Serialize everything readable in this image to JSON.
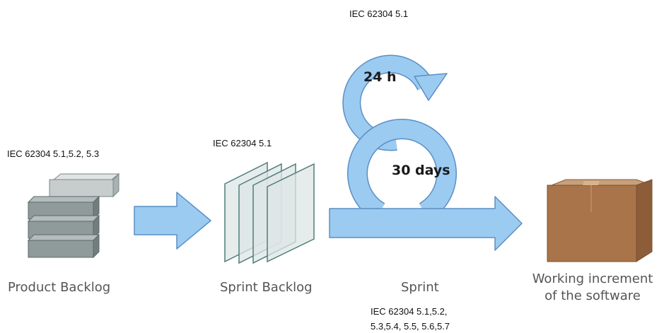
{
  "labels": {
    "product_backlog": "Product Backlog",
    "sprint_backlog": "Sprint Backlog",
    "sprint": "Sprint",
    "working_increment_line1": "Working increment",
    "working_increment_line2": "of the software",
    "daily_cycle": "24 h",
    "sprint_cycle": "30 days"
  },
  "standards": {
    "top": "IEC 62304 5.1",
    "product_backlog": "IEC 62304 5.1,5.2, 5.3",
    "sprint_backlog": "IEC 62304 5.1",
    "sprint_line1": "IEC 62304 5.1,5.2,",
    "sprint_line2": "5.3,5.4, 5.5, 5.6,5.7"
  },
  "colors": {
    "arrow_fill": "#9ccbf2",
    "arrow_stroke": "#5a8fc4",
    "backlog_block": "#8f9a9a",
    "backlog_block_light": "#c7cdcd",
    "sheet_fill": "#dde6e6",
    "sheet_stroke": "#4f7f7a",
    "box_main": "#a9744a",
    "box_light": "#c2966a"
  },
  "icons": {
    "product_backlog": "stacked-blocks-icon",
    "sprint_backlog": "document-sheets-icon",
    "daily_loop": "circular-arrow-icon",
    "sprint_loop": "circular-arrow-icon",
    "increment": "cardboard-box-icon"
  }
}
